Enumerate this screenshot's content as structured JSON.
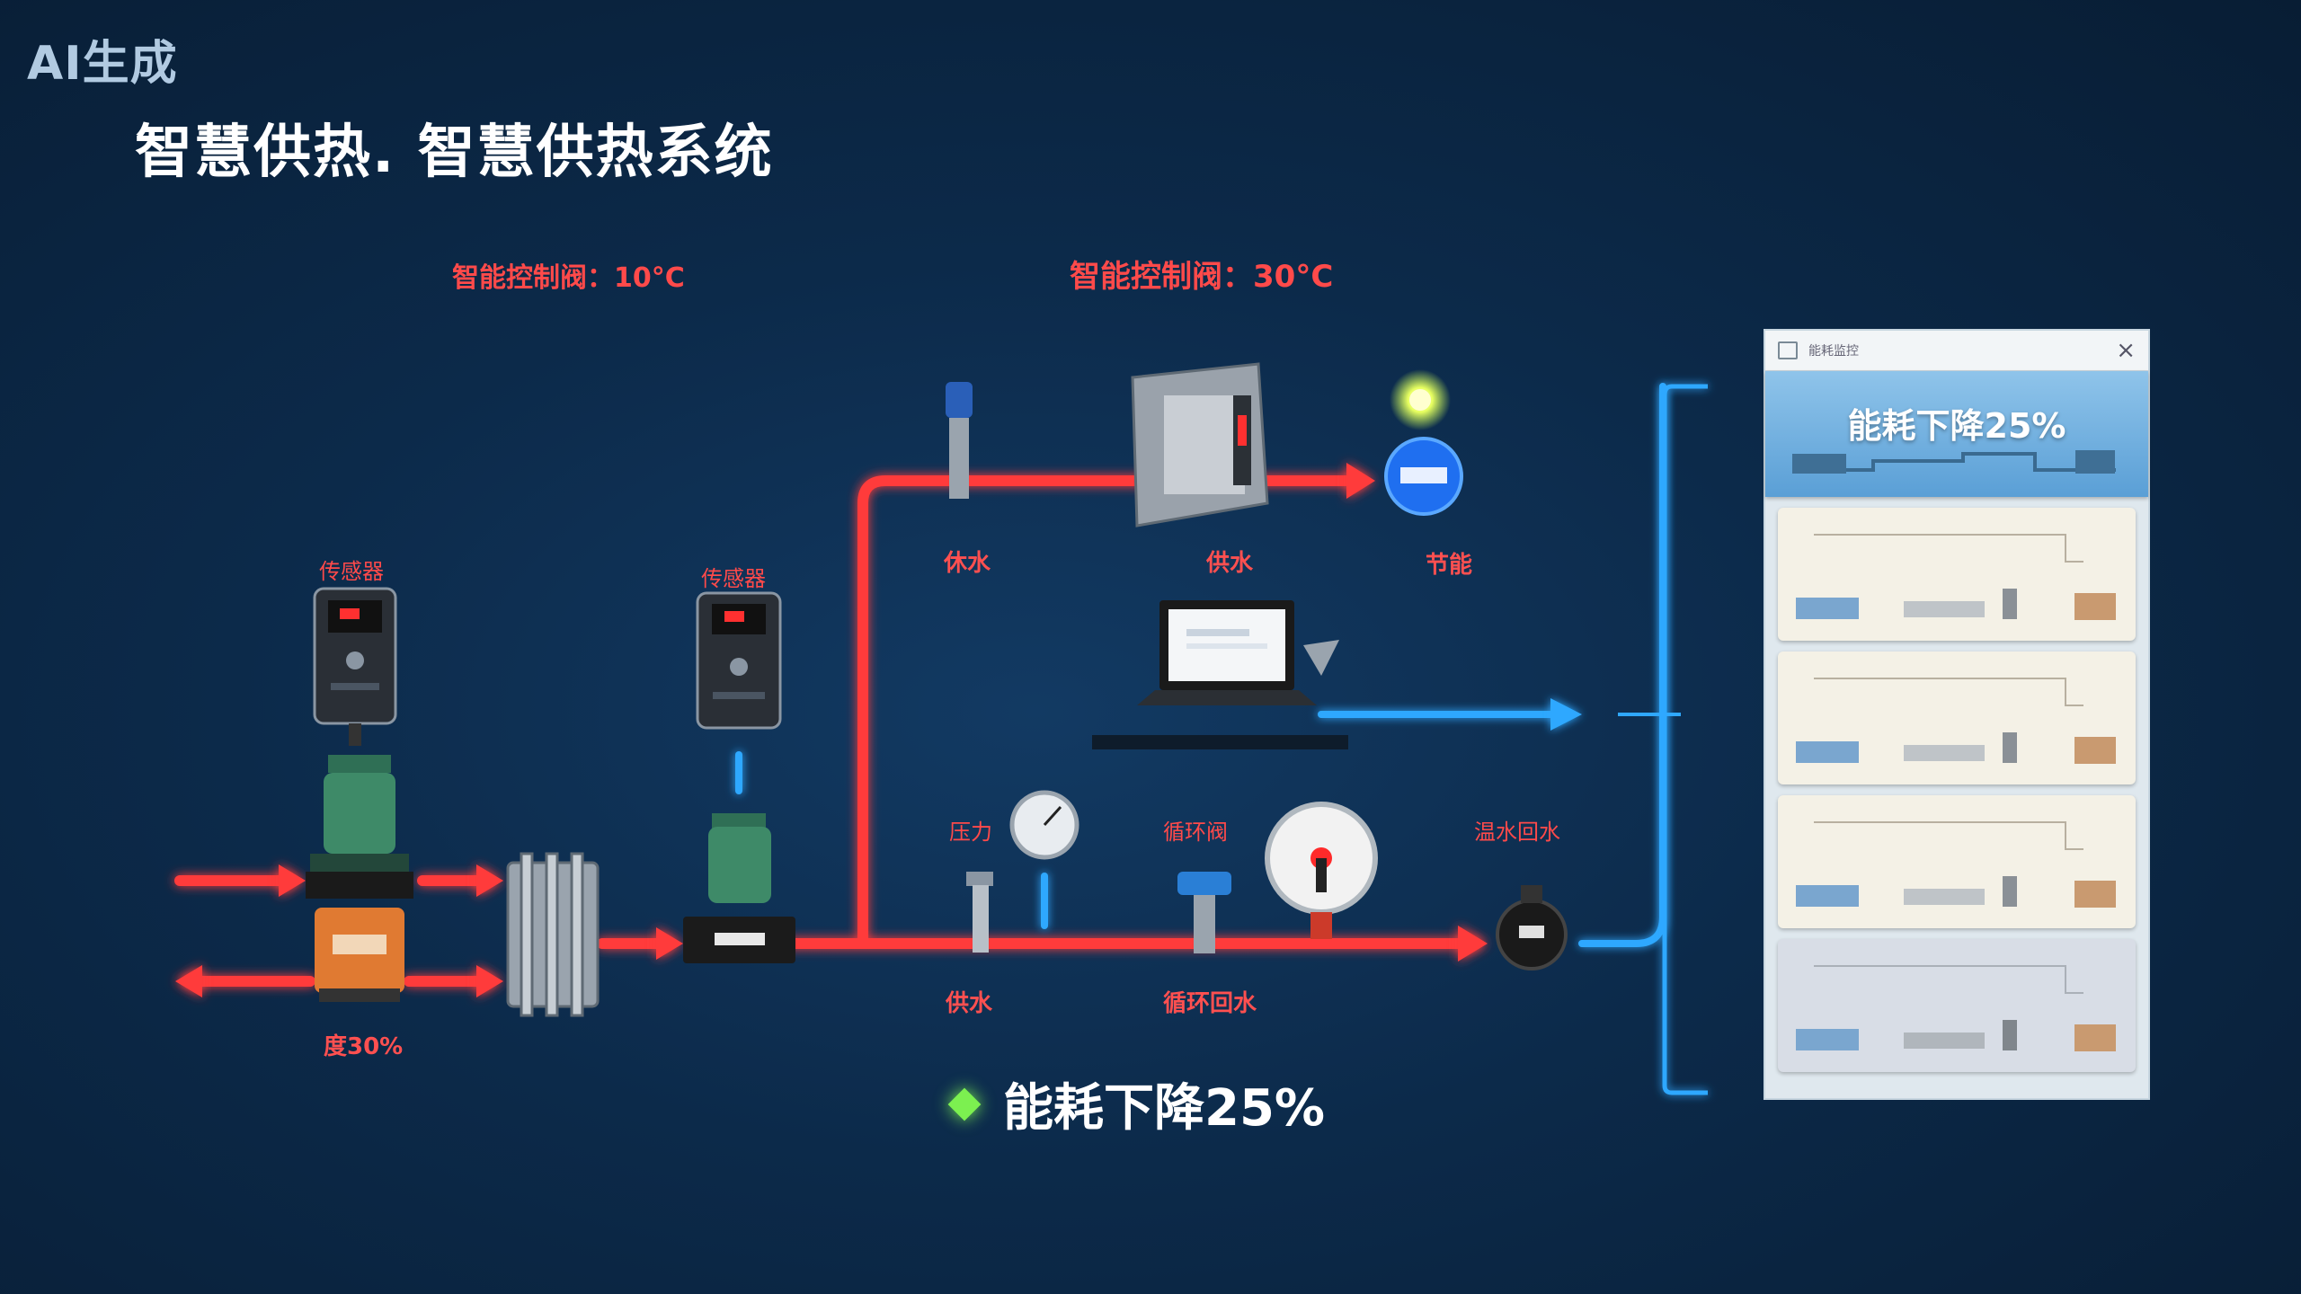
{
  "watermark": "AI生成",
  "title": "智慧供热. 智慧供热系统",
  "labels": {
    "valve_left": "智能控制阀：10°C",
    "valve_top": "智能控制阀：30°C",
    "sensor_left": "传感器",
    "sensor_mid": "传感器",
    "pct_left": "度30%",
    "top_water_1": "休水",
    "top_water_2": "供水",
    "top_energy": "节能",
    "gauge_left": "压力",
    "circ_valve": "循环阀",
    "return_water": "温水回水",
    "bottom_water_1": "供水",
    "bottom_circ": "循环回水"
  },
  "footer": {
    "text": "能耗下降25%"
  },
  "panel": {
    "window_title": "能耗监控",
    "close": "×",
    "cards": [
      {
        "text": "能耗下降25%"
      },
      {
        "text": ""
      },
      {
        "text": ""
      },
      {
        "text": ""
      },
      {
        "text": ""
      }
    ]
  },
  "colors": {
    "hot_pipe": "#ff3b3b",
    "cold_pipe": "#2fa8ff",
    "background": "#0c2a4a",
    "accent_green": "#7cf050"
  }
}
